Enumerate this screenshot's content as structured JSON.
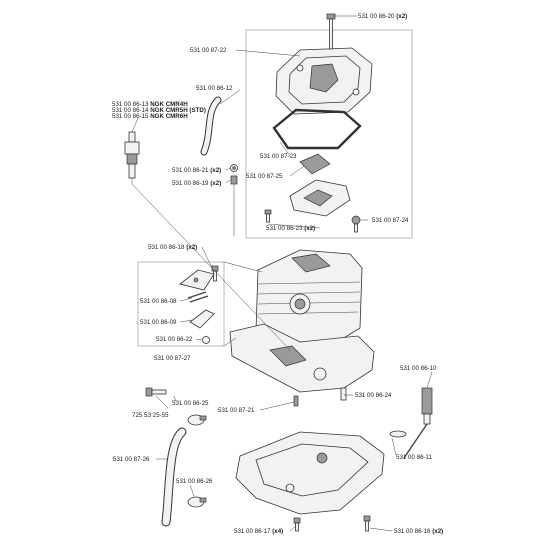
{
  "labels": {
    "p8620": {
      "num": "531 00 86-20",
      "suffix": "(x2)"
    },
    "p8722": {
      "num": "531 00 87-22",
      "suffix": ""
    },
    "p8612": {
      "num": "531 00 86-12",
      "suffix": ""
    },
    "p8613": {
      "num": "531 00 86-13",
      "suffix": "NGK CMR4H"
    },
    "p8614": {
      "num": "531 00 86-14",
      "suffix": "NGK CMR5H (STD)"
    },
    "p8615": {
      "num": "531 00 86-15",
      "suffix": "NGK CMR6H"
    },
    "p8723": {
      "num": "531 00 87-23",
      "suffix": ""
    },
    "p8621": {
      "num": "531 00 86-21",
      "suffix": "(x2)"
    },
    "p8619": {
      "num": "531 00 86-19",
      "suffix": "(x2)"
    },
    "p8725": {
      "num": "531 00 87-25",
      "suffix": ""
    },
    "p8724": {
      "num": "531 00 87-24",
      "suffix": ""
    },
    "p8623": {
      "num": "531 00 86-23",
      "suffix": "(x2)"
    },
    "p8618": {
      "num": "531 00 86-18",
      "suffix": "(x2)"
    },
    "p8608": {
      "num": "531 00 86-08",
      "suffix": ""
    },
    "p8609": {
      "num": "531 00 86-09",
      "suffix": ""
    },
    "p8622": {
      "num": "531 00 86-22",
      "suffix": ""
    },
    "p8727": {
      "num": "531 00 87-27",
      "suffix": ""
    },
    "p8610": {
      "num": "531 00 86-10",
      "suffix": ""
    },
    "p8624": {
      "num": "531 00 86-24",
      "suffix": ""
    },
    "p8625": {
      "num": "531 00 86-25",
      "suffix": ""
    },
    "p725": {
      "num": "725 53 25-55",
      "suffix": ""
    },
    "p8721": {
      "num": "531 00 87-21",
      "suffix": ""
    },
    "p8726": {
      "num": "531 00 87-26",
      "suffix": ""
    },
    "p8611": {
      "num": "531 00 86-11",
      "suffix": ""
    },
    "p8626": {
      "num": "531 00 86-26",
      "suffix": ""
    },
    "p8617": {
      "num": "531 00 86-17",
      "suffix": "(x4)"
    },
    "p8616": {
      "num": "531 00 86-16",
      "suffix": "(x2)"
    }
  }
}
